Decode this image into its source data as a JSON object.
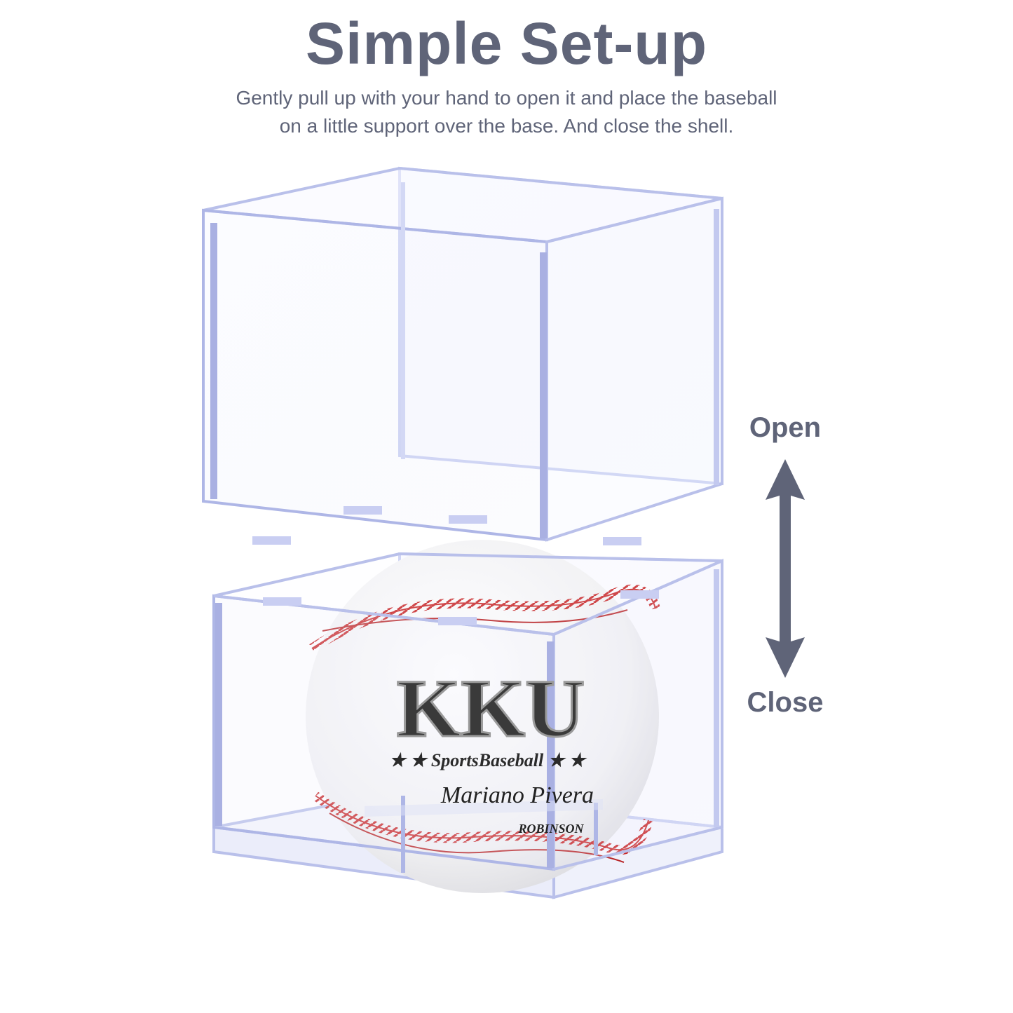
{
  "header": {
    "title": "Simple Set-up",
    "subtitle_line1": "Gently pull up with your hand to open it and place the baseball",
    "subtitle_line2": "on a little support over the base. And close the shell."
  },
  "controls": {
    "open_label": "Open",
    "close_label": "Close"
  },
  "baseball": {
    "brand": "KKU",
    "tagline": "SportsBaseball",
    "signature": "Mariano Pivera",
    "maker": "ROBINSON"
  },
  "colors": {
    "text": "#5f6478",
    "stitch": "#c8282a",
    "acrylic_edge": "#b9c0ea"
  },
  "icons": {
    "arrow": "double-headed-vertical-arrow-icon"
  }
}
